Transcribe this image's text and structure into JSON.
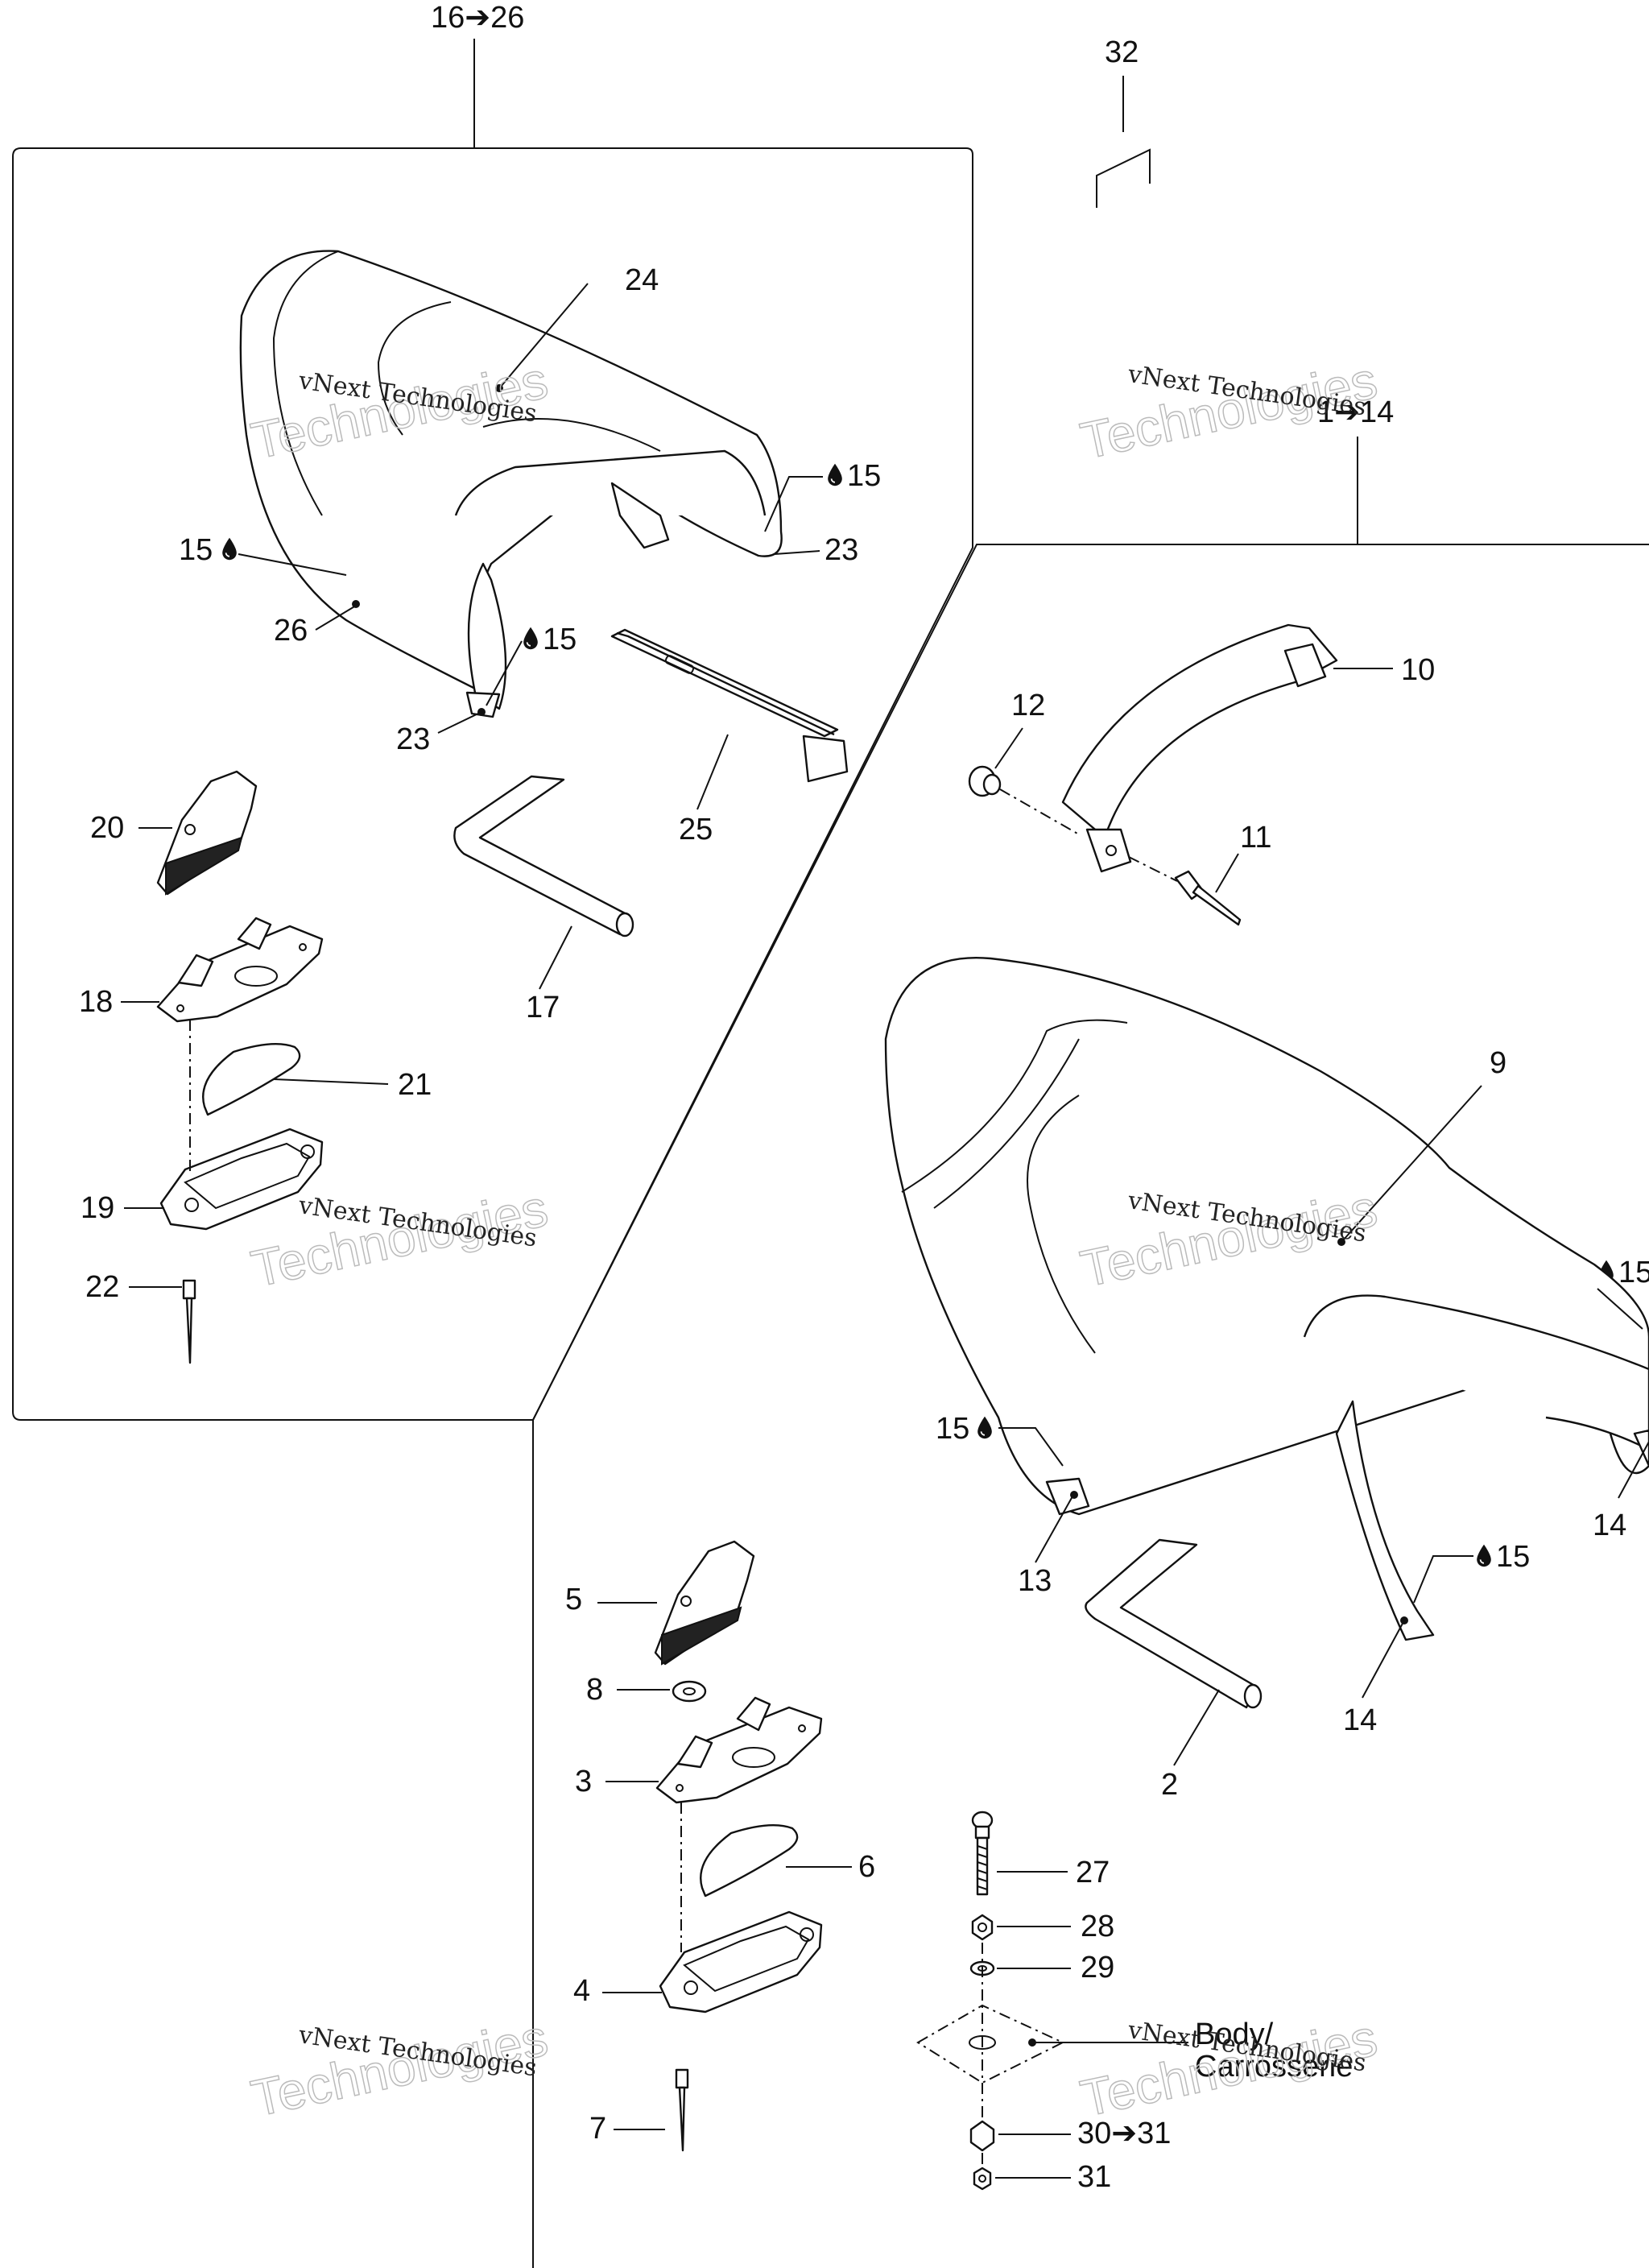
{
  "callouts": {
    "c16_26": "16➔26",
    "c32": "32",
    "c24": "24",
    "c15a": "15",
    "c23a": "23",
    "c15b": "15",
    "c26": "26",
    "c15c": "15",
    "c23b": "23",
    "c25": "25",
    "c20": "20",
    "c17": "17",
    "c18": "18",
    "c21": "21",
    "c19": "19",
    "c22": "22",
    "c1_14": "1➔14",
    "c10": "10",
    "c12": "12",
    "c11": "11",
    "c9": "9",
    "c15d": "15",
    "c15e": "15",
    "c14a": "14",
    "c13": "13",
    "c15f": "15",
    "c14b": "14",
    "c2": "2",
    "c5": "5",
    "c8": "8",
    "c3": "3",
    "c6": "6",
    "c27": "27",
    "c28": "28",
    "c29": "29",
    "c4": "4",
    "c7": "7",
    "c30_31": "30➔31",
    "c31": "31"
  },
  "body_label": {
    "line1": "Body/",
    "line2": "Carrosserie"
  },
  "watermark": {
    "line1": "vNext Technologies",
    "line2": "Technologies"
  },
  "colors": {
    "ink": "#111111",
    "watermark_outline": "#bbbbbb"
  },
  "icons": {
    "lubricant": "oil-drop-icon",
    "arrow": "right-arrow"
  }
}
